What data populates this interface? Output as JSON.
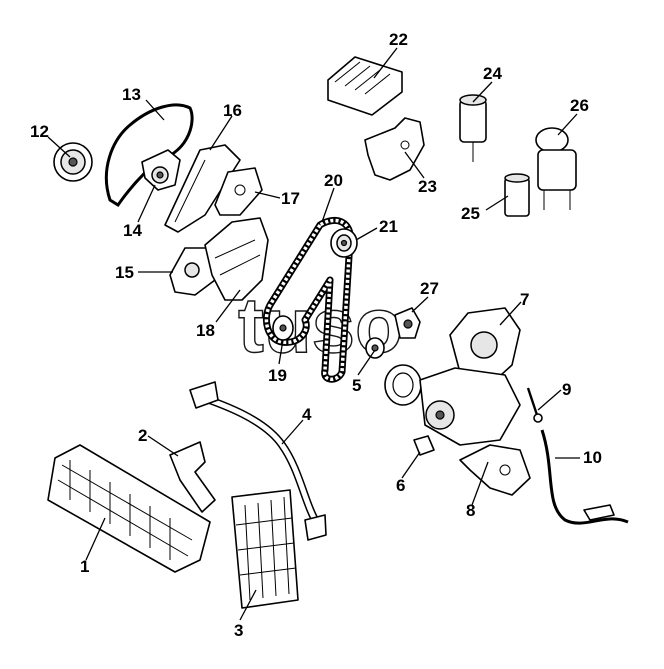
{
  "diagram": {
    "callouts": [
      {
        "id": "1",
        "label": "1"
      },
      {
        "id": "2",
        "label": "2"
      },
      {
        "id": "3",
        "label": "3"
      },
      {
        "id": "4",
        "label": "4"
      },
      {
        "id": "5",
        "label": "5"
      },
      {
        "id": "6",
        "label": "6"
      },
      {
        "id": "7",
        "label": "7"
      },
      {
        "id": "8",
        "label": "8"
      },
      {
        "id": "9",
        "label": "9"
      },
      {
        "id": "10",
        "label": "10"
      },
      {
        "id": "12",
        "label": "12"
      },
      {
        "id": "13",
        "label": "13"
      },
      {
        "id": "14",
        "label": "14"
      },
      {
        "id": "15",
        "label": "15"
      },
      {
        "id": "16",
        "label": "16"
      },
      {
        "id": "17",
        "label": "17"
      },
      {
        "id": "18",
        "label": "18"
      },
      {
        "id": "19",
        "label": "19"
      },
      {
        "id": "20",
        "label": "20"
      },
      {
        "id": "21",
        "label": "21"
      },
      {
        "id": "22",
        "label": "22"
      },
      {
        "id": "23",
        "label": "23"
      },
      {
        "id": "24",
        "label": "24"
      },
      {
        "id": "25",
        "label": "25"
      },
      {
        "id": "26",
        "label": "26"
      },
      {
        "id": "27",
        "label": "27"
      }
    ],
    "watermark": "tuso",
    "colors": {
      "line": "#000000",
      "background": "#ffffff",
      "shade": "#e6e6e6"
    }
  }
}
